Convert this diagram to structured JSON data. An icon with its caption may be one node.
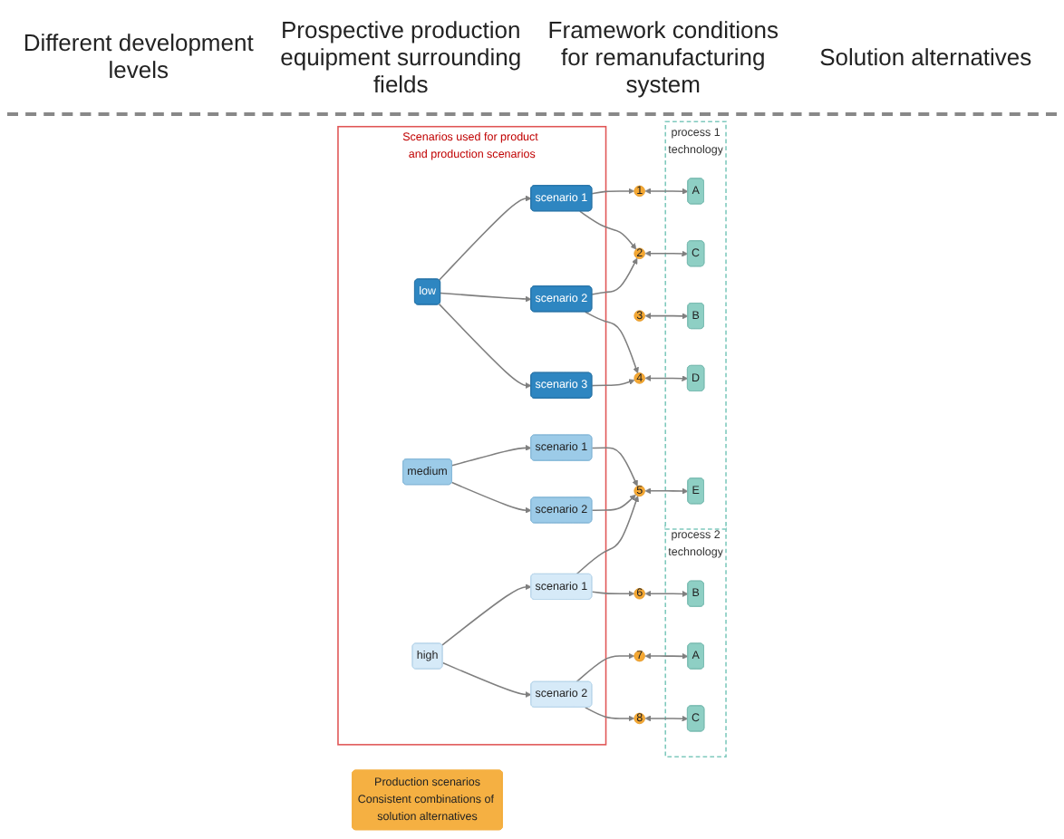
{
  "diagram": {
    "nodes": [
      {
        "text": [
          "Scenarios used for product and production scenarios"
        ]
      },
      {
        "text": [
          "low"
        ],
        "in": 0
      },
      {
        "text": [
          "scenario 1"
        ],
        "in": 0
      },
      {
        "text": [
          "scenario 2"
        ],
        "in": 0
      },
      {
        "text": [
          "scenario 3"
        ],
        "in": 0
      },
      {
        "text": [
          "medium"
        ],
        "in": 0
      },
      {
        "text": [
          "scenario 1"
        ],
        "in": 0
      },
      {
        "text": [
          "scenario 2"
        ],
        "in": 0
      },
      {
        "text": [
          "high"
        ],
        "in": 0
      },
      {
        "text": [
          "scenario 1"
        ],
        "in": 0
      },
      {
        "text": [
          "scenario 2"
        ],
        "in": 0
      },
      {
        "text": [
          "1"
        ]
      },
      {
        "text": [
          "2"
        ]
      },
      {
        "text": [
          "3"
        ]
      },
      {
        "text": [
          "4"
        ]
      },
      {
        "text": [
          "5"
        ]
      },
      {
        "text": [
          "6"
        ]
      },
      {
        "text": [
          "7"
        ]
      },
      {
        "text": [
          "8"
        ]
      },
      {
        "text": [
          "Production scenarios",
          "Consistent combinations of solution alternatives"
        ]
      },
      {
        "text": [
          "process 1",
          "technology"
        ]
      },
      {
        "text": [
          "A"
        ],
        "in": 20
      },
      {
        "text": [
          "B"
        ],
        "in": 20
      },
      {
        "text": [
          "C"
        ],
        "in": 20
      },
      {
        "text": [
          "D"
        ],
        "in": 20
      },
      {
        "text": [
          "E"
        ],
        "in": 20
      },
      {
        "text": [
          "process 2",
          "technology"
        ]
      },
      {
        "text": [
          "A"
        ],
        "in": 26
      },
      {
        "text": [
          "B"
        ],
        "in": 26
      },
      {
        "text": [
          "C"
        ],
        "in": 26
      }
    ],
    "edges": [
      {
        "from": 1,
        "to": 2,
        "arrow": "to"
      },
      {
        "from": 1,
        "to": 3,
        "arrow": "to"
      },
      {
        "from": 1,
        "to": 4,
        "arrow": "to"
      },
      {
        "from": 5,
        "to": 6,
        "arrow": "to"
      },
      {
        "from": 5,
        "to": 7,
        "arrow": "to"
      },
      {
        "from": 8,
        "to": 9,
        "arrow": "to"
      },
      {
        "from": 8,
        "to": 10,
        "arrow": "to"
      },
      {
        "from": 2,
        "to": 11,
        "arrow": "to"
      },
      {
        "from": 2,
        "to": 12,
        "arrow": "to"
      },
      {
        "from": 3,
        "to": 12,
        "arrow": "to"
      },
      {
        "from": 3,
        "to": 14,
        "arrow": "to"
      },
      {
        "from": 4,
        "to": 14,
        "arrow": "to"
      },
      {
        "from": 6,
        "to": 15,
        "arrow": "to"
      },
      {
        "from": 7,
        "to": 15,
        "arrow": "to"
      },
      {
        "from": 9,
        "to": 15,
        "arrow": "to"
      },
      {
        "from": 9,
        "to": 16,
        "arrow": "to"
      },
      {
        "from": 10,
        "to": 17,
        "arrow": "to"
      },
      {
        "from": 10,
        "to": 18,
        "arrow": "to"
      },
      {
        "from": 11,
        "to": 21,
        "arrow": "both"
      },
      {
        "from": 12,
        "to": 23,
        "arrow": "both"
      },
      {
        "from": 13,
        "to": 22,
        "arrow": "both"
      },
      {
        "from": 14,
        "to": 24,
        "arrow": "both"
      },
      {
        "from": 15,
        "to": 25,
        "arrow": "both"
      },
      {
        "from": 16,
        "to": 28,
        "arrow": "both"
      },
      {
        "from": 17,
        "to": 27,
        "arrow": "both"
      },
      {
        "from": 18,
        "to": 29,
        "arrow": "both"
      }
    ],
    "labels": [
      "Different development levels",
      "Prospective production equipment surrounding fields",
      "Framework conditions for remanufacturing system",
      "Solution alternatives"
    ]
  }
}
